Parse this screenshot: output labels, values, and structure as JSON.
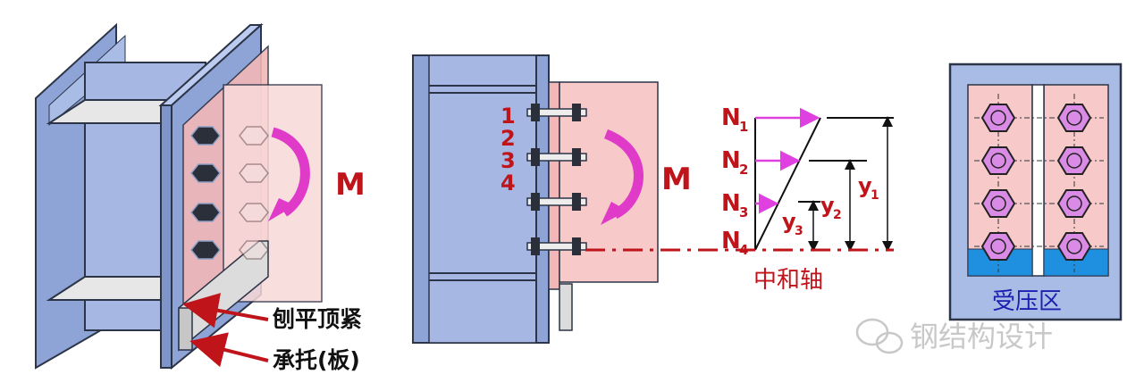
{
  "colors": {
    "steel_blue": "#8ea4d6",
    "steel_outline": "#2c3447",
    "plate_pink": "#f7c9c9",
    "moment_arrow": "#e03ac8",
    "force_arrow": "#e040e0",
    "label_red": "#c0141b",
    "label_blue": "#1a1fb0",
    "compression_zone": "#1f8fe0"
  },
  "figure1": {
    "moment_label": "M",
    "callout_planed": "刨平顶紧",
    "callout_bracket": "承托(板)"
  },
  "figure2": {
    "bolt_numbers": [
      "1",
      "2",
      "3",
      "4"
    ],
    "moment_label": "M",
    "forces": [
      {
        "base": "N",
        "sub": "1"
      },
      {
        "base": "N",
        "sub": "2"
      },
      {
        "base": "N",
        "sub": "3"
      },
      {
        "base": "N",
        "sub": "4"
      }
    ],
    "distances": [
      {
        "base": "y",
        "sub": "1"
      },
      {
        "base": "y",
        "sub": "2"
      },
      {
        "base": "y",
        "sub": "3"
      }
    ],
    "neutral_axis_label": "中和轴"
  },
  "figure3": {
    "compression_zone_label": "受压区"
  },
  "watermark": "钢结构设计",
  "icons": [
    "bolt-icon",
    "moment-arrow-icon",
    "wechat-icon"
  ]
}
